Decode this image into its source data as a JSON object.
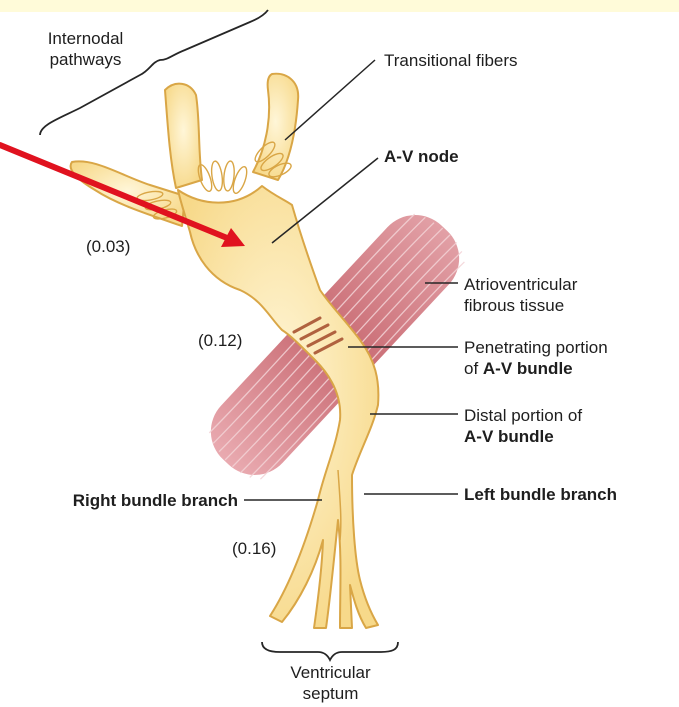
{
  "labels": {
    "internodal_line1": "Internodal",
    "internodal_line2": "pathways",
    "transitional_fibers": "Transitional fibers",
    "av_node": "A-V node",
    "time_003": "(0.03)",
    "av_fibrous_line1": "Atrioventricular",
    "av_fibrous_line2": "fibrous tissue",
    "time_012": "(0.12)",
    "penetrating_line1": "Penetrating portion",
    "penetrating_line2_prefix": "of ",
    "penetrating_line2_bold": "A-V bundle",
    "distal_line1": "Distal portion of",
    "distal_line2": "A-V bundle",
    "right_bundle": "Right bundle branch",
    "left_bundle": "Left bundle branch",
    "time_016": "(0.16)",
    "septum_line1": "Ventricular",
    "septum_line2": "septum"
  },
  "colors": {
    "background": "#ffffff",
    "top_band": "#fffbd9",
    "tissue_fill": "#fbe7a8",
    "tissue_outline": "#d9a646",
    "muscle_fill": "#c96b73",
    "muscle_stripe": "#f3d3d6",
    "arrow": "#e0121f",
    "leader": "#262626"
  }
}
